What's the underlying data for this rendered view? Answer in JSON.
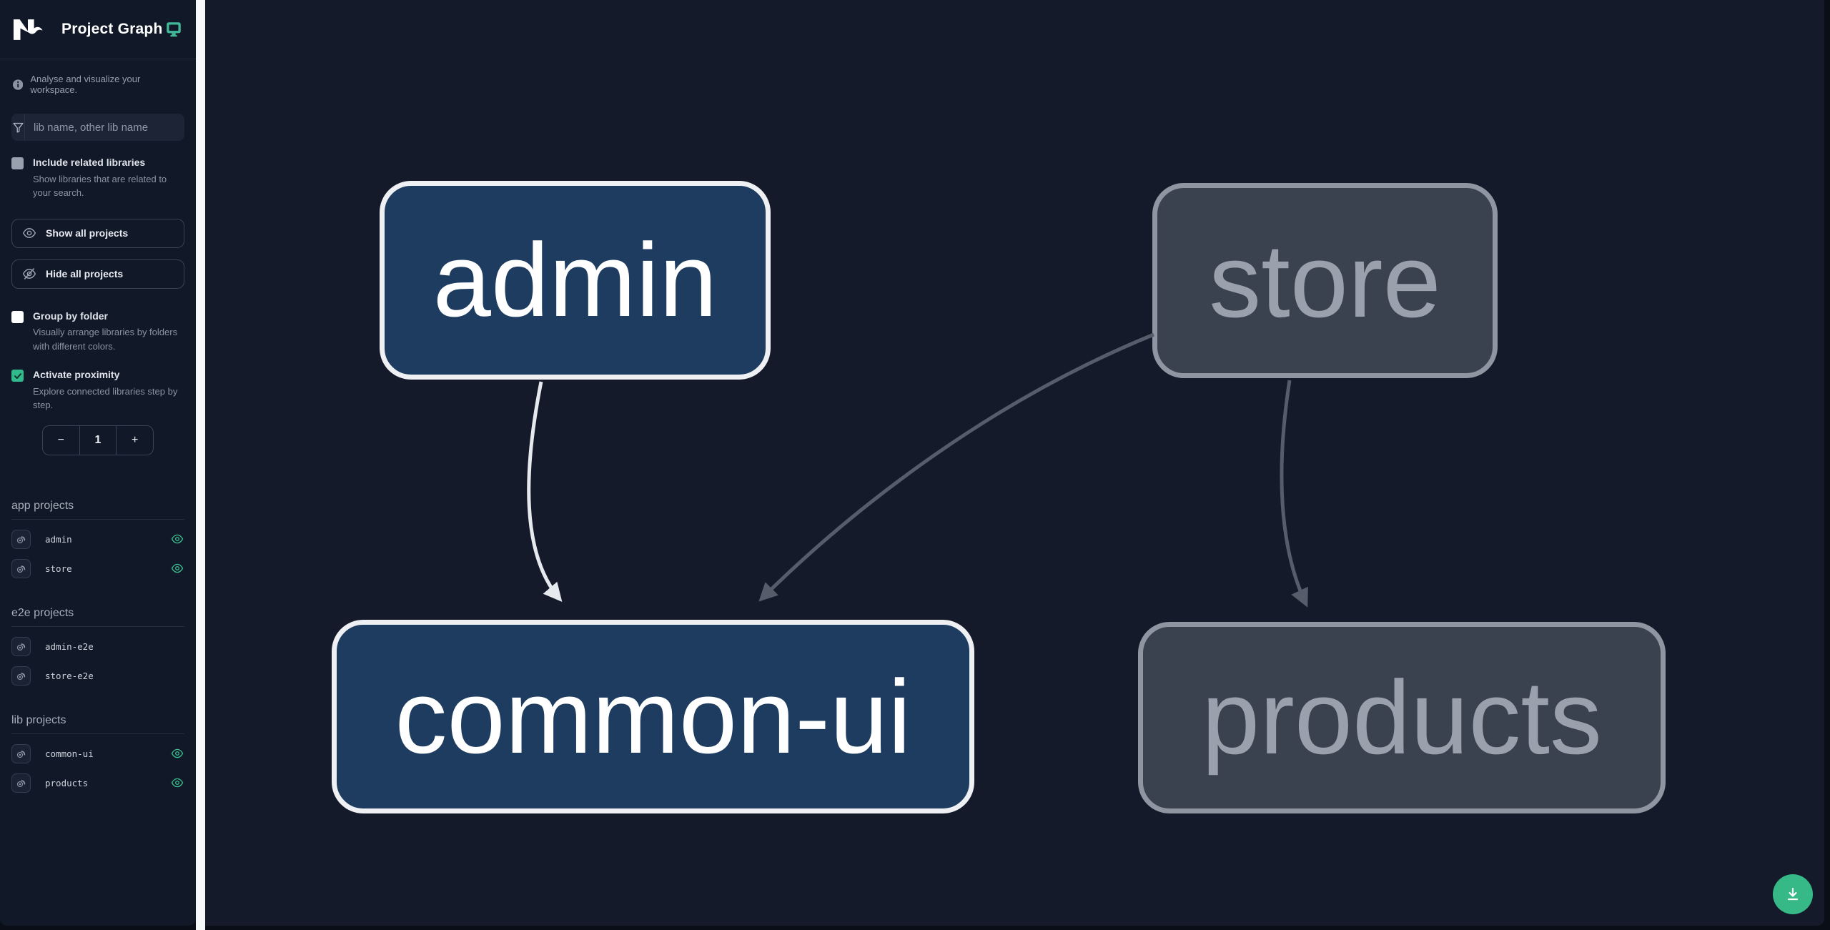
{
  "header": {
    "title": "Project Graph"
  },
  "tagline": "Analyse and visualize your workspace.",
  "search": {
    "placeholder": "lib name, other lib name",
    "value": ""
  },
  "options": [
    {
      "label": "Include related libraries",
      "description": "Show libraries that are related to your search.",
      "checked": false
    },
    {
      "label": "Group by folder",
      "description": "Visually arrange libraries by folders with different colors.",
      "checked": false
    },
    {
      "label": "Activate proximity",
      "description": "Explore connected libraries step by step.",
      "checked": true
    }
  ],
  "buttons": {
    "show_all": "Show all projects",
    "hide_all": "Hide all projects"
  },
  "proximity_counter": {
    "decrement": "−",
    "value": "1",
    "increment": "+"
  },
  "sections": [
    {
      "heading": "app projects",
      "items": [
        {
          "name": "admin",
          "visible": true
        },
        {
          "name": "store",
          "visible": true
        }
      ]
    },
    {
      "heading": "e2e projects",
      "items": [
        {
          "name": "admin-e2e",
          "visible": false
        },
        {
          "name": "store-e2e",
          "visible": false
        }
      ]
    },
    {
      "heading": "lib projects",
      "items": [
        {
          "name": "common-ui",
          "visible": true
        },
        {
          "name": "products",
          "visible": true
        }
      ]
    }
  ],
  "graph": {
    "nodes": [
      {
        "id": "admin",
        "label": "admin",
        "state": "focused"
      },
      {
        "id": "store",
        "label": "store",
        "state": "faded"
      },
      {
        "id": "common-ui",
        "label": "common-ui",
        "state": "focused"
      },
      {
        "id": "products",
        "label": "products",
        "state": "faded"
      }
    ],
    "edges": [
      {
        "from": "admin",
        "to": "common-ui",
        "state": "focused"
      },
      {
        "from": "store",
        "to": "common-ui",
        "state": "faded"
      },
      {
        "from": "store",
        "to": "products",
        "state": "faded"
      }
    ]
  },
  "colors": {
    "accent_green": "#37b987",
    "checkbox_green": "#32ba8c",
    "eye_green": "#3bbc8e",
    "node_focused_fill": "#1d3c5f",
    "node_focused_border": "#eef0f3",
    "node_faded_fill": "#3a414f",
    "node_faded_border": "#8f96a2",
    "edge_light": "#e6e9ed",
    "edge_gray": "#555d6b",
    "sidebar_bg": "#111827",
    "graph_bg": "#141a29"
  }
}
